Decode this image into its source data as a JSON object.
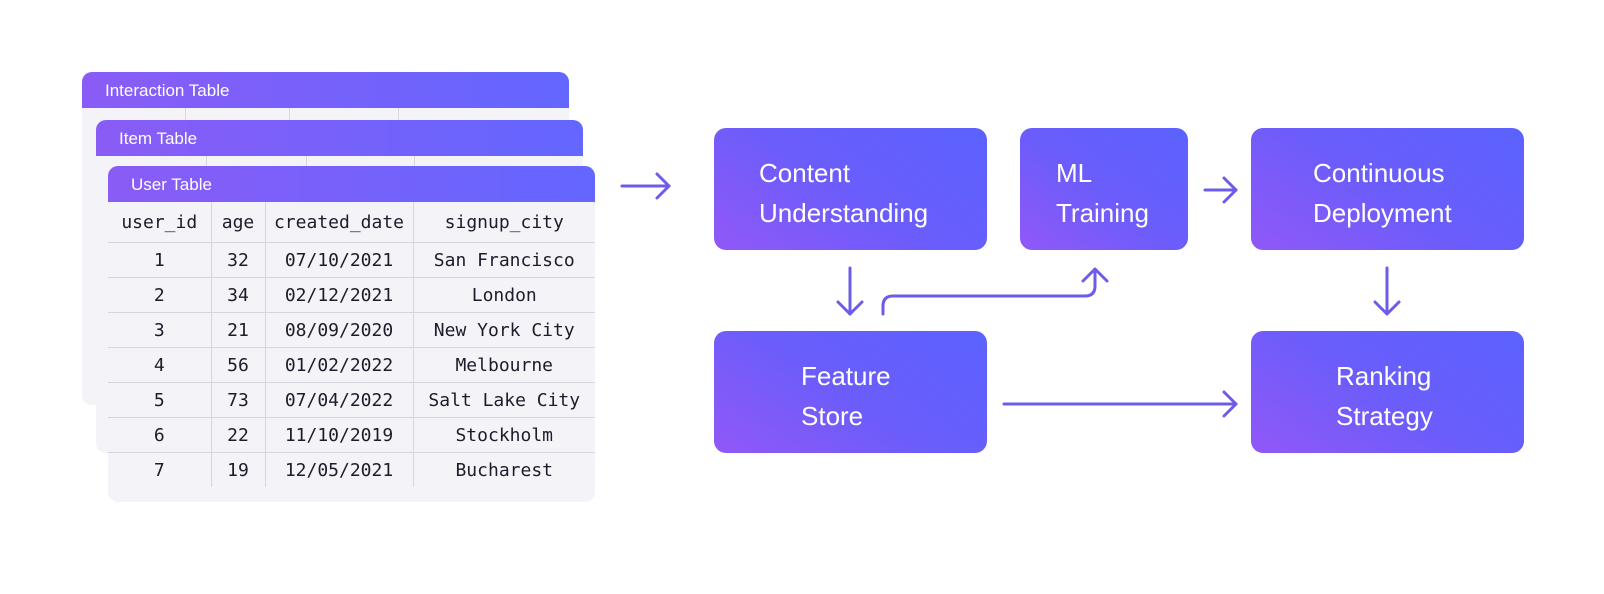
{
  "tables": {
    "interaction": {
      "title": "Interaction Table"
    },
    "item": {
      "title": "Item Table"
    },
    "user": {
      "title": "User Table",
      "columns": [
        "user_id",
        "age",
        "created_date",
        "signup_city"
      ],
      "rows": [
        [
          "1",
          "32",
          "07/10/2021",
          "San Francisco"
        ],
        [
          "2",
          "34",
          "02/12/2021",
          "London"
        ],
        [
          "3",
          "21",
          "08/09/2020",
          "New York City"
        ],
        [
          "4",
          "56",
          "01/02/2022",
          "Melbourne"
        ],
        [
          "5",
          "73",
          "07/04/2022",
          "Salt Lake City"
        ],
        [
          "6",
          "22",
          "11/10/2019",
          "Stockholm"
        ],
        [
          "7",
          "19",
          "12/05/2021",
          "Bucharest"
        ]
      ]
    }
  },
  "nodes": {
    "content_understanding": {
      "line1": "Content",
      "line2": "Understanding"
    },
    "ml_training": {
      "line1": "ML",
      "line2": "Training"
    },
    "continuous_deployment": {
      "line1": "Continuous",
      "line2": "Deployment"
    },
    "feature_store": {
      "line1": "Feature",
      "line2": "Store"
    },
    "ranking_strategy": {
      "line1": "Ranking",
      "line2": "Strategy"
    }
  },
  "colors": {
    "accent": "#6a5dfb",
    "gradient_start": "#9158f7",
    "gradient_end": "#5b62ff",
    "arrow": "#6c5ce7",
    "table_bg": "#f4f4f8"
  }
}
